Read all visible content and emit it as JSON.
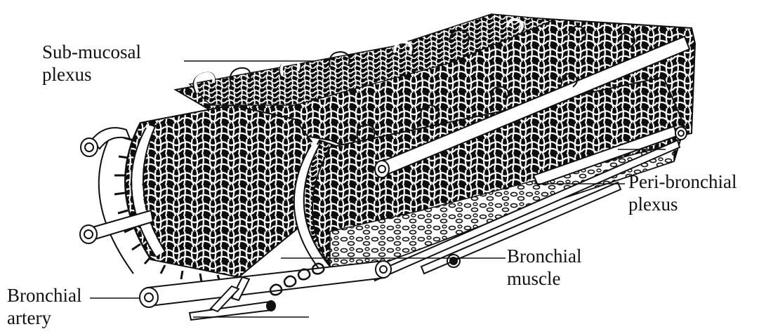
{
  "labels": {
    "submucosal": {
      "line1": "Sub-mucosal",
      "line2": "plexus"
    },
    "peribronchial": {
      "line1": "Peri-bronchial",
      "line2": "plexus"
    },
    "muscle": {
      "line1": "Bronchial",
      "line2": "muscle"
    },
    "artery": {
      "line1": "Bronchial",
      "line2": "artery"
    }
  },
  "colors": {
    "ink": "#111111",
    "vessel": "#ffffff",
    "tissue": "#0d0d0d",
    "background": "#ffffff"
  }
}
